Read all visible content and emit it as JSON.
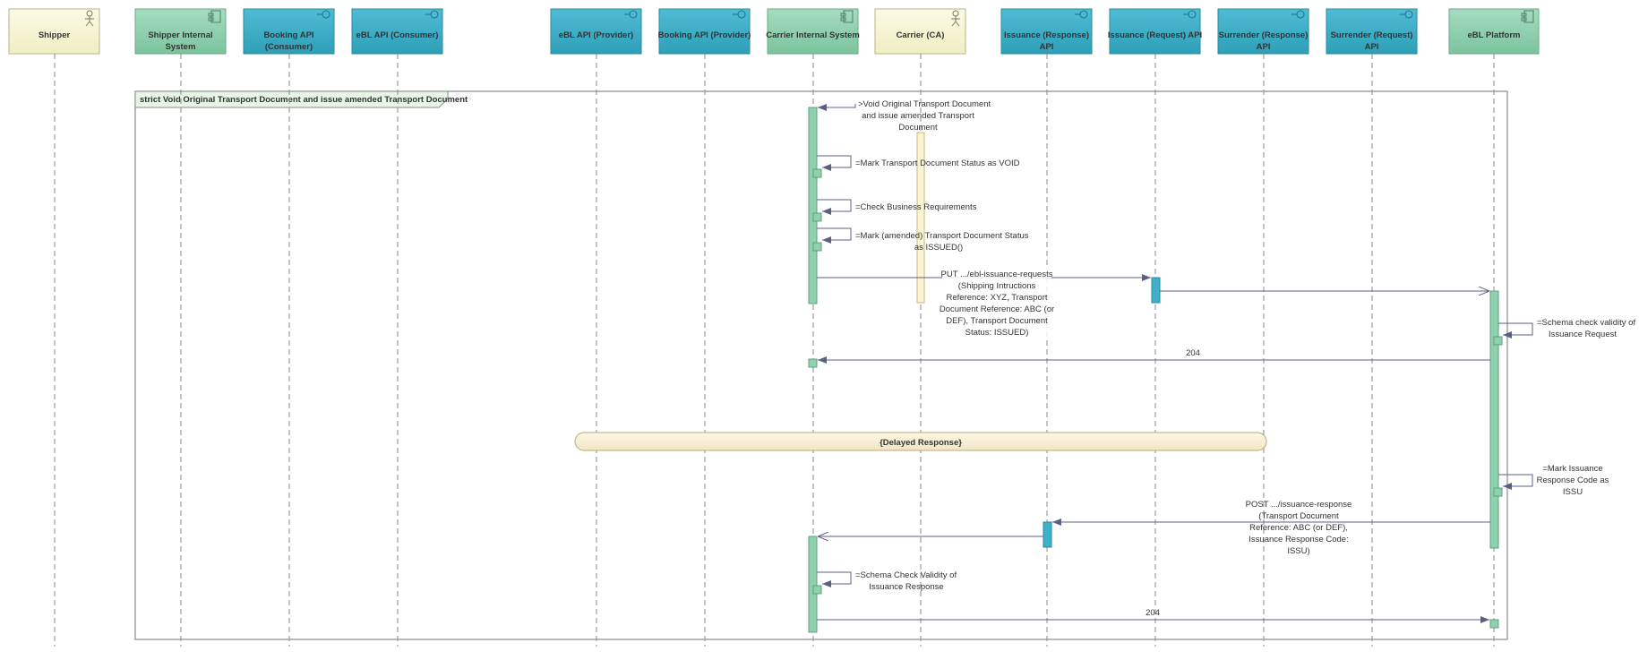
{
  "participants": [
    {
      "id": "shipper",
      "line1": "Shipper",
      "line2": "",
      "kind": "actor",
      "fill": "#f7f5d6"
    },
    {
      "id": "shipper-internal",
      "line1": "Shipper Internal",
      "line2": "System",
      "kind": "component",
      "fill": "#8fd0ae"
    },
    {
      "id": "booking-consumer",
      "line1": "Booking API",
      "line2": "(Consumer)",
      "kind": "interface",
      "fill": "#3fb0c9"
    },
    {
      "id": "ebl-consumer",
      "line1": "eBL API (Consumer)",
      "line2": "",
      "kind": "interface",
      "fill": "#3fb0c9"
    },
    {
      "id": "ebl-provider",
      "line1": "eBL API (Provider)",
      "line2": "",
      "kind": "interface",
      "fill": "#3fb0c9"
    },
    {
      "id": "booking-provider",
      "line1": "Booking API (Provider)",
      "line2": "",
      "kind": "interface",
      "fill": "#3fb0c9"
    },
    {
      "id": "carrier-internal",
      "line1": "Carrier Internal System",
      "line2": "",
      "kind": "component",
      "fill": "#8fd0ae"
    },
    {
      "id": "carrier-ca",
      "line1": "Carrier (CA)",
      "line2": "",
      "kind": "actor",
      "fill": "#f7f5d6"
    },
    {
      "id": "issuance-response-api",
      "line1": "Issuance (Response)",
      "line2": "API",
      "kind": "interface",
      "fill": "#3fb0c9"
    },
    {
      "id": "issuance-request-api",
      "line1": "Issuance (Request) API",
      "line2": "",
      "kind": "interface",
      "fill": "#3fb0c9"
    },
    {
      "id": "surrender-response-api",
      "line1": "Surrender (Response)",
      "line2": "API",
      "kind": "interface",
      "fill": "#3fb0c9"
    },
    {
      "id": "surrender-request-api",
      "line1": "Surrender (Request)",
      "line2": "API",
      "kind": "interface",
      "fill": "#3fb0c9"
    },
    {
      "id": "ebl-platform",
      "line1": "eBL Platform",
      "line2": "",
      "kind": "component",
      "fill": "#8fd0ae"
    }
  ],
  "frame": {
    "label": "strict Void Original Transport Document and issue amended Transport Document"
  },
  "messages": [
    {
      "id": "void-original",
      "lines": [
        ">Void Original Transport Document",
        "and issue amended Transport",
        "Document"
      ]
    },
    {
      "id": "mark-void",
      "lines": [
        "=Mark Transport Document Status as VOID"
      ]
    },
    {
      "id": "check-business",
      "lines": [
        "=Check Business Requirements"
      ]
    },
    {
      "id": "mark-issued",
      "lines": [
        "=Mark (amended) Transport Document Status",
        "as ISSUED()"
      ]
    },
    {
      "id": "put-issuance-request",
      "lines": [
        "PUT .../ebl-issuance-requests",
        "(Shipping Intructions",
        "Reference: XYZ, Transport",
        "Document Reference: ABC (or",
        "DEF), Transport Document",
        "Status: ISSUED)"
      ]
    },
    {
      "id": "forward-request",
      "lines": []
    },
    {
      "id": "schema-check-request",
      "lines": [
        "=Schema check validity of",
        "Issuance Request"
      ]
    },
    {
      "id": "response-204-a",
      "lines": [
        "204"
      ]
    },
    {
      "id": "mark-response-code",
      "lines": [
        "=Mark Issuance",
        "Response Code as",
        "ISSU"
      ]
    },
    {
      "id": "post-issuance-response",
      "lines": [
        "POST .../issuance-response",
        "(Transport Document",
        "Reference: ABC (or DEF),",
        "Issuance Response Code:",
        "ISSU)"
      ]
    },
    {
      "id": "forward-response",
      "lines": []
    },
    {
      "id": "schema-check-response",
      "lines": [
        "=Schema Check Validity of",
        "Issuance Response"
      ]
    },
    {
      "id": "response-204-b",
      "lines": [
        "204"
      ]
    }
  ],
  "note": {
    "label": "{Delayed Response}"
  }
}
